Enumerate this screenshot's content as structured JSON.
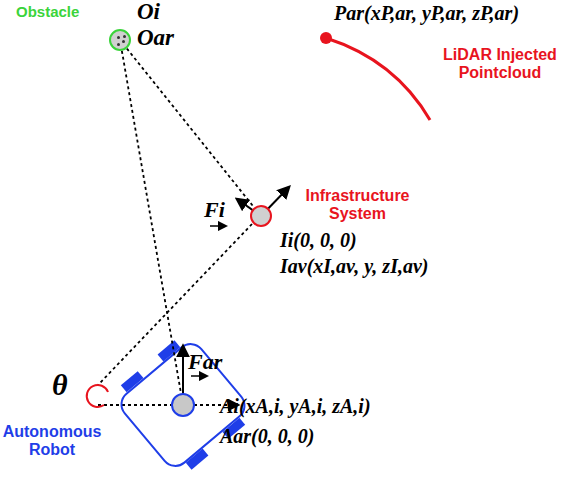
{
  "diagram": {
    "nodes": [
      {
        "text": [
          "Obstacle",
          "Oi",
          "Oar"
        ]
      },
      {
        "text": [
          "Infrastructure System",
          "Ii(0, 0, 0)",
          "Iav(xI,av, y, zI,av)"
        ]
      },
      {
        "text": [
          "Autonomous Robot",
          "Ai(xA,i, yA,i, zA,i)",
          "Aar(0, 0, 0)"
        ]
      }
    ],
    "edges": [
      {
        "from": 0,
        "to": 1,
        "arrow": "none"
      },
      {
        "from": 0,
        "to": 2,
        "arrow": "none"
      }
    ],
    "labels": [
      "Par(xP,ar, yP,ar, zP,ar)",
      "LiDAR Injected Pointcloud",
      "θ",
      "Fi",
      "Far"
    ]
  }
}
